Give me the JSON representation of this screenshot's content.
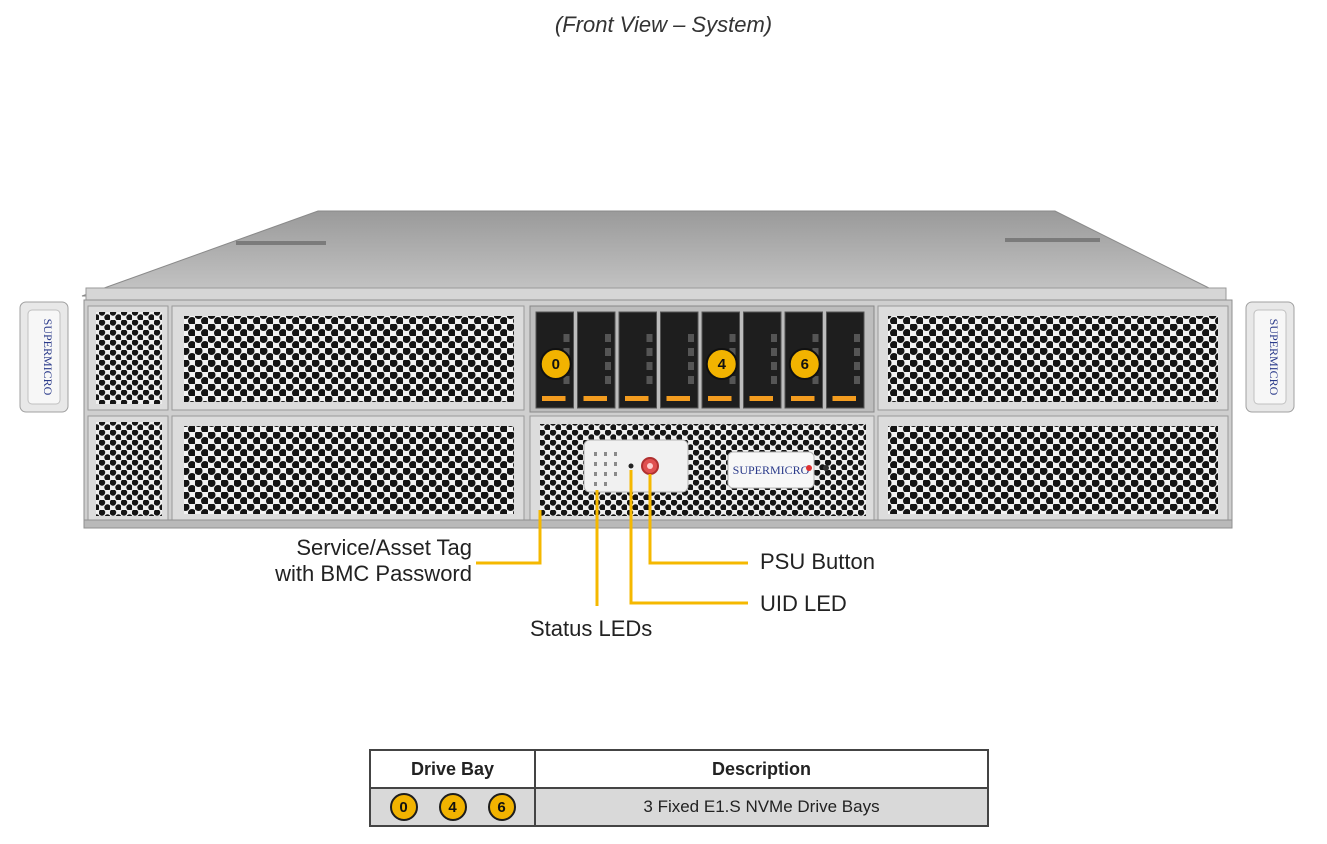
{
  "caption": "(Front View – System)",
  "brand": {
    "logo_text": "SUPERMICRO"
  },
  "drive_bays": [
    {
      "number": "0"
    },
    {
      "number": "4"
    },
    {
      "number": "6"
    }
  ],
  "callouts": {
    "service_tag_line1": "Service/Asset Tag",
    "service_tag_line2": "with BMC Password",
    "status_leds": "Status LEDs",
    "psu_button": "PSU Button",
    "uid_led": "UID LED"
  },
  "table": {
    "headers": [
      "Drive Bay",
      "Description"
    ],
    "rows": [
      {
        "bays": [
          "0",
          "4",
          "6"
        ],
        "description": "3 Fixed E1.S NVMe Drive Bays"
      }
    ]
  },
  "colors": {
    "accent_yellow": "#f2b300",
    "callout_line": "#f5b800",
    "chassis_gray": "#c9c9c9",
    "drive_orange": "#f39c1f"
  }
}
